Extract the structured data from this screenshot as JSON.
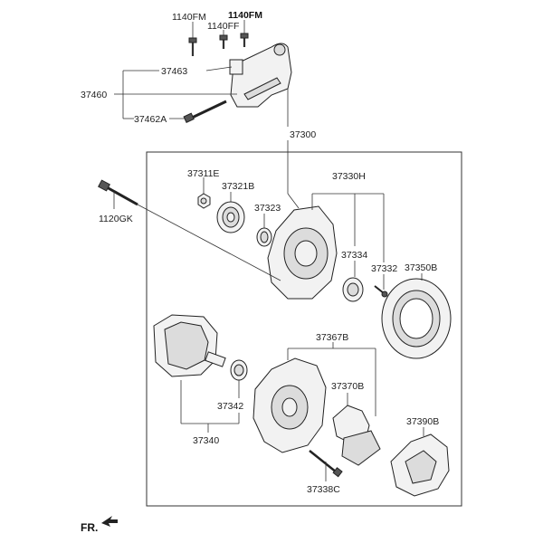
{
  "labels": {
    "p1140FM_a": "1140FM",
    "p1140FM_b": "1140FM",
    "p1140FF": "1140FF",
    "p37463": "37463",
    "p37460": "37460",
    "p37462A": "37462A",
    "p37300": "37300",
    "p37311E": "37311E",
    "p37321B": "37321B",
    "p37323": "37323",
    "p37330H": "37330H",
    "p1120GK": "1120GK",
    "p37334": "37334",
    "p37332": "37332",
    "p37350B": "37350B",
    "p37367B": "37367B",
    "p37370B": "37370B",
    "p37342": "37342",
    "p37340": "37340",
    "p37390B": "37390B",
    "p37338C": "37338C",
    "fr": "FR."
  },
  "icons": {
    "front_arrow": "arrow-icon"
  }
}
